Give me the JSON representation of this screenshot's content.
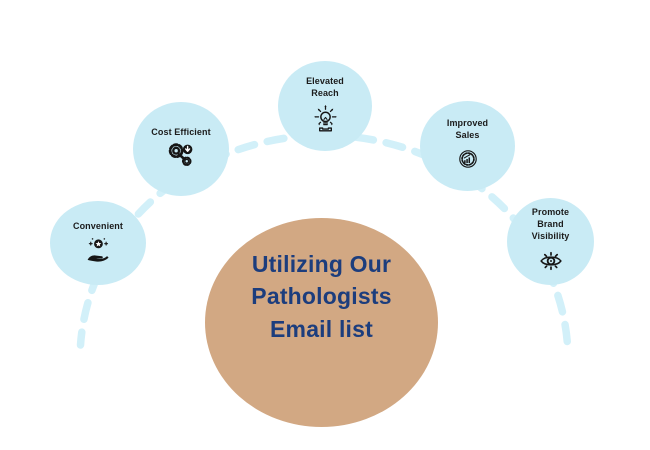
{
  "title": {
    "text": "Utilizing Our Pathologists Email list"
  },
  "nodes": [
    {
      "id": "convenient",
      "label": "Convenient",
      "icon": "hand-presenting-star-badge"
    },
    {
      "id": "cost-efficient",
      "label": "Cost Efficient",
      "icon": "gears-with-down-arrow"
    },
    {
      "id": "elevated-reach",
      "label": "Elevated Reach",
      "icon": "lightbulb-radiating-arrows"
    },
    {
      "id": "improved-sales",
      "label": "Improved Sales",
      "icon": "coin-with-growth-chart"
    },
    {
      "id": "promote-brand-visibility",
      "label": "Promote Brand Visibility",
      "icon": "eye-with-rays"
    }
  ],
  "connector": {
    "style": "dashed-arc"
  },
  "colors": {
    "node_fill": "#c9ebf5",
    "connector": "#d2f0f9",
    "center_fill": "#d2a883",
    "title_text": "#1c3d7d",
    "label_text": "#1c1c1c",
    "icon_color": "#161616",
    "background": "#ffffff"
  }
}
